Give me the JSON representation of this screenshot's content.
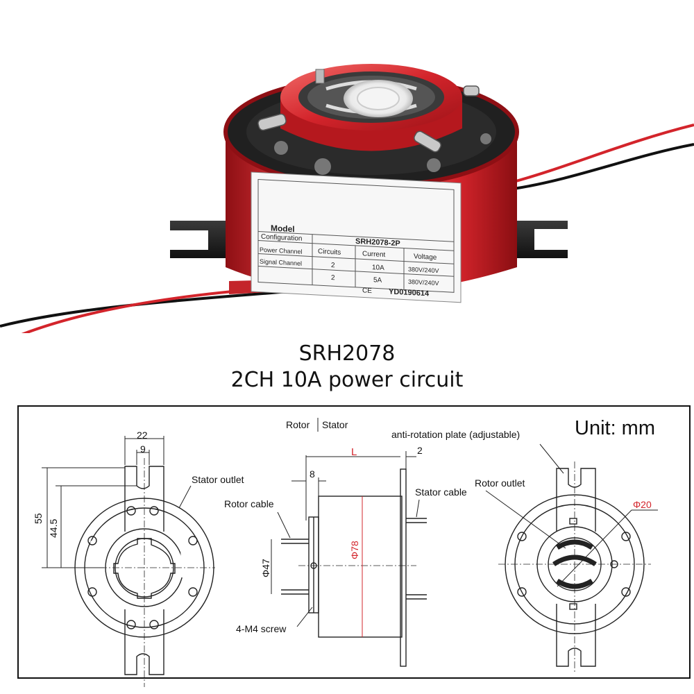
{
  "caption": {
    "model": "SRH2078",
    "subtitle": "2CH 10A power circuit"
  },
  "label": {
    "model_header": "Model",
    "model_value": "SRH2078-2P",
    "configuration": "Configuration",
    "col_circuits": "Circuits",
    "col_current": "Current",
    "col_voltage": "Voltage",
    "power_channel": "Power Channel",
    "power_circuits": "2",
    "power_current": "10A",
    "power_voltage": "380V/240V",
    "signal_channel": "Signal Channel",
    "signal_circuits": "2",
    "signal_current": "5A",
    "signal_voltage": "380V/240V",
    "ce": "CE",
    "serial": "YD0190614"
  },
  "drawing": {
    "unit": "Unit: mm",
    "rotor": "Rotor",
    "stator": "Stator",
    "anti_rotation": "anti-rotation plate (adjustable)",
    "dim_L": "L",
    "dim_2": "2",
    "dim_8": "8",
    "dim_22": "22",
    "dim_9": "9",
    "dim_55": "55",
    "dim_44_5": "44.5",
    "stator_outlet": "Stator outlet",
    "rotor_cable": "Rotor cable",
    "stator_cable": "Stator cable",
    "rotor_outlet": "Rotor outlet",
    "phi20": "Φ20",
    "phi47": "Φ47",
    "phi78": "Φ78",
    "screw": "4-M4 screw"
  },
  "colors": {
    "housing_red": "#d3242b",
    "dimension_red": "#d3242b",
    "flange_black": "#1c1c1c"
  }
}
